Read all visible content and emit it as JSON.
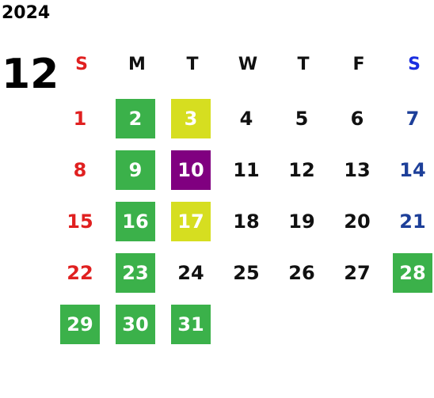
{
  "calendar": {
    "year": "2024",
    "month": "12",
    "weekdays": [
      {
        "label": "S",
        "color": "#e02020"
      },
      {
        "label": "M",
        "color": "#111111"
      },
      {
        "label": "T",
        "color": "#111111"
      },
      {
        "label": "W",
        "color": "#111111"
      },
      {
        "label": "T",
        "color": "#111111"
      },
      {
        "label": "F",
        "color": "#111111"
      },
      {
        "label": "S",
        "color": "#1a2ee0"
      }
    ],
    "colors": {
      "sunday": "#e02020",
      "saturday": "#1d3f99",
      "weekday": "#111111",
      "green": "#3bb14a",
      "yellow": "#d6de20",
      "purple": "#800080",
      "highlight_text": "#ffffff"
    },
    "days": [
      {
        "label": "1",
        "col": 0,
        "row": 0,
        "highlight": null
      },
      {
        "label": "2",
        "col": 1,
        "row": 0,
        "highlight": "green"
      },
      {
        "label": "3",
        "col": 2,
        "row": 0,
        "highlight": "yellow"
      },
      {
        "label": "4",
        "col": 3,
        "row": 0,
        "highlight": null
      },
      {
        "label": "5",
        "col": 4,
        "row": 0,
        "highlight": null
      },
      {
        "label": "6",
        "col": 5,
        "row": 0,
        "highlight": null
      },
      {
        "label": "7",
        "col": 6,
        "row": 0,
        "highlight": null
      },
      {
        "label": "8",
        "col": 0,
        "row": 1,
        "highlight": null
      },
      {
        "label": "9",
        "col": 1,
        "row": 1,
        "highlight": "green"
      },
      {
        "label": "10",
        "col": 2,
        "row": 1,
        "highlight": "purple"
      },
      {
        "label": "11",
        "col": 3,
        "row": 1,
        "highlight": null
      },
      {
        "label": "12",
        "col": 4,
        "row": 1,
        "highlight": null
      },
      {
        "label": "13",
        "col": 5,
        "row": 1,
        "highlight": null
      },
      {
        "label": "14",
        "col": 6,
        "row": 1,
        "highlight": null
      },
      {
        "label": "15",
        "col": 0,
        "row": 2,
        "highlight": null
      },
      {
        "label": "16",
        "col": 1,
        "row": 2,
        "highlight": "green"
      },
      {
        "label": "17",
        "col": 2,
        "row": 2,
        "highlight": "yellow"
      },
      {
        "label": "18",
        "col": 3,
        "row": 2,
        "highlight": null
      },
      {
        "label": "19",
        "col": 4,
        "row": 2,
        "highlight": null
      },
      {
        "label": "20",
        "col": 5,
        "row": 2,
        "highlight": null
      },
      {
        "label": "21",
        "col": 6,
        "row": 2,
        "highlight": null
      },
      {
        "label": "22",
        "col": 0,
        "row": 3,
        "highlight": null
      },
      {
        "label": "23",
        "col": 1,
        "row": 3,
        "highlight": "green"
      },
      {
        "label": "24",
        "col": 2,
        "row": 3,
        "highlight": null
      },
      {
        "label": "25",
        "col": 3,
        "row": 3,
        "highlight": null
      },
      {
        "label": "26",
        "col": 4,
        "row": 3,
        "highlight": null
      },
      {
        "label": "27",
        "col": 5,
        "row": 3,
        "highlight": null
      },
      {
        "label": "28",
        "col": 6,
        "row": 3,
        "highlight": "green"
      },
      {
        "label": "29",
        "col": 0,
        "row": 4,
        "highlight": "green"
      },
      {
        "label": "30",
        "col": 1,
        "row": 4,
        "highlight": "green"
      },
      {
        "label": "31",
        "col": 2,
        "row": 4,
        "highlight": "green"
      }
    ]
  }
}
